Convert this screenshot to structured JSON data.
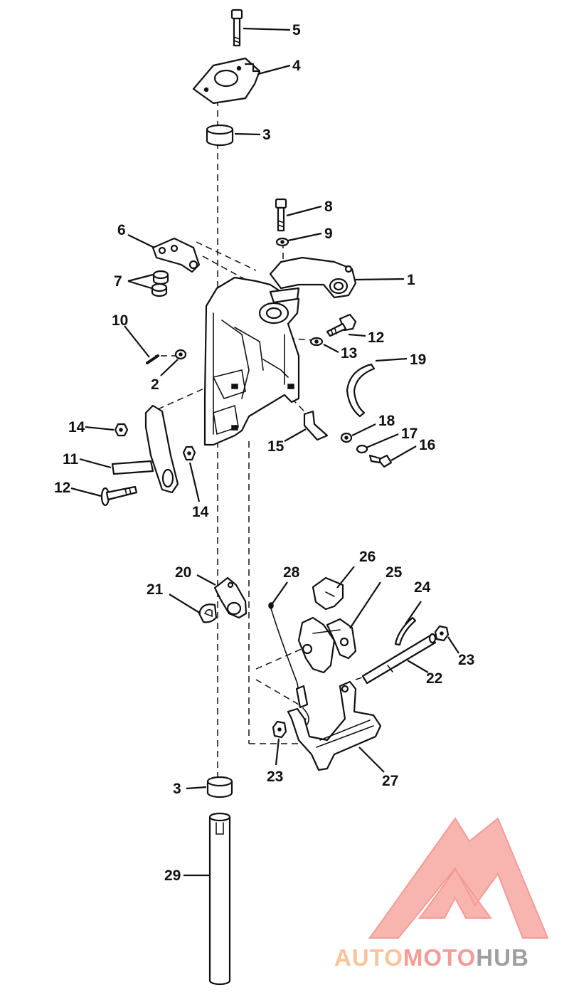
{
  "callouts": {
    "c1": "1",
    "c2": "2",
    "c3a": "3",
    "c3b": "3",
    "c4": "4",
    "c5": "5",
    "c6": "6",
    "c7": "7",
    "c8": "8",
    "c9": "9",
    "c10": "10",
    "c11": "11",
    "c12a": "12",
    "c12b": "12",
    "c13": "13",
    "c14a": "14",
    "c14b": "14",
    "c15": "15",
    "c16": "16",
    "c17": "17",
    "c18": "18",
    "c19": "19",
    "c20": "20",
    "c21": "21",
    "c22": "22",
    "c23a": "23",
    "c23b": "23",
    "c24": "24",
    "c25": "25",
    "c26": "26",
    "c27": "27",
    "c28": "28",
    "c29": "29"
  },
  "watermark": {
    "part1": "AUTO",
    "part2": "MOTO",
    "part3": "HUB",
    "color_light": "#f9b98a",
    "color_mid": "#f48a84",
    "color_dark": "#8f8f8f"
  }
}
